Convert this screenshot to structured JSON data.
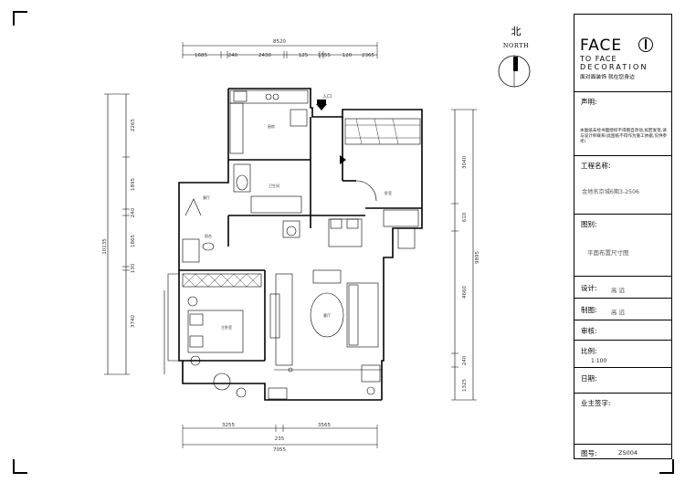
{
  "north": {
    "cn": "北",
    "en": "NORTH"
  },
  "logo": {
    "line1": "FACE",
    "line2": "TO   FACE",
    "line3": "DECORATION",
    "tagline": "面对面装饰  就在您身边"
  },
  "title_block": {
    "declaration_label": "声明:",
    "declaration_text": "本图纸未经书面授权不得擅自改动,如若发现,请与设计师联系(此图纸不得作为施工依据,仅供参考)",
    "project_label": "工程名称:",
    "project_value": "金地名京城6期3-2506",
    "drawing_label": "图别:",
    "drawing_value": "平面布置尺寸图",
    "design_label": "设计:",
    "design_value": "高  远",
    "draft_label": "制图:",
    "draft_value": "高  远",
    "review_label": "审核:",
    "scale_label": "比例:",
    "scale_value": "1:100",
    "date_label": "日期:",
    "owner_label": "业主签字:",
    "sheet_label": "图号:",
    "sheet_value": "ZS004"
  },
  "dimensions": {
    "top_total": "8520",
    "top_segments": [
      "1685",
      "240",
      "2430",
      "125",
      "1555",
      "120",
      "2365"
    ],
    "left_total": "10135",
    "left_segments": [
      "2265",
      "1895",
      "240",
      "1865",
      "130",
      "3740"
    ],
    "right_total": "9895",
    "right_segments": [
      "3040",
      "610",
      "4660",
      "240",
      "1325"
    ],
    "bottom_segments": [
      "3255",
      "3565"
    ],
    "bottom_mid": "235",
    "bottom_total": "7055"
  },
  "entrance_label": "入口",
  "rooms": {
    "master_bedroom": "主卧室",
    "bedroom": "卧室",
    "living": "客厅",
    "kitchen": "厨房",
    "dining": "餐厅",
    "bath": "卫生间",
    "balcony": "阳台"
  }
}
